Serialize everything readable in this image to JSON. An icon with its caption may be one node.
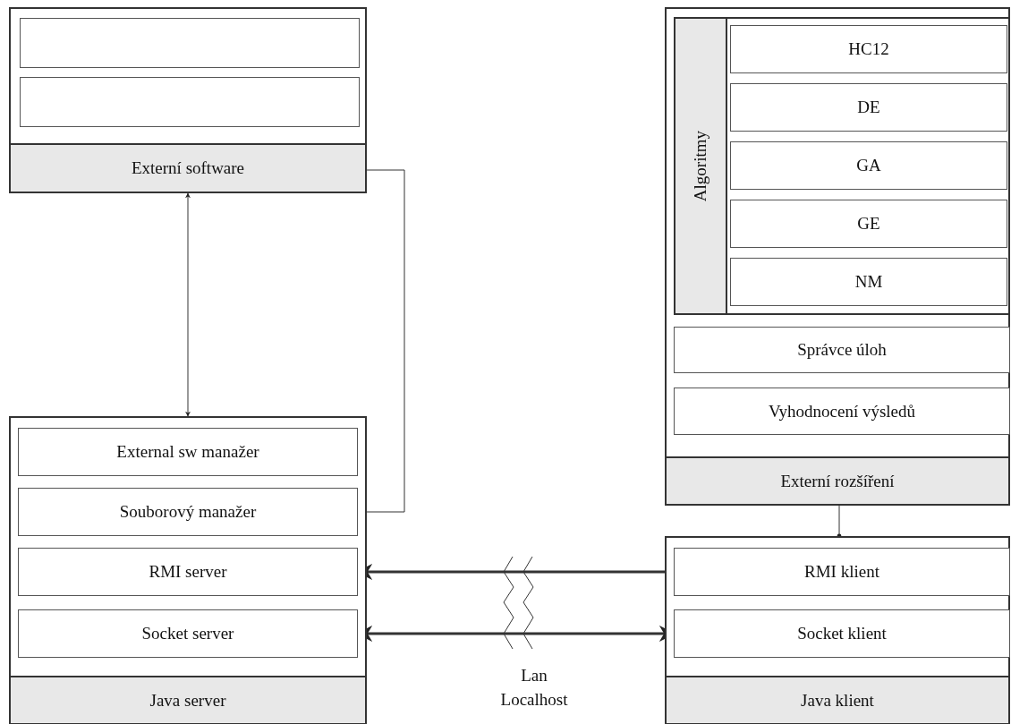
{
  "diagram": {
    "nodes": [
      {
        "text": [
          "Externí software"
        ]
      },
      {
        "text": [],
        "shape": "box",
        "in": 0
      },
      {
        "text": [],
        "shape": "box",
        "in": 0
      },
      {
        "text": [
          "Java server"
        ]
      },
      {
        "text": [
          "External sw manažer"
        ],
        "in": 3
      },
      {
        "text": [
          "Souborový manažer"
        ],
        "in": 3
      },
      {
        "text": [
          "RMI server"
        ],
        "in": 3
      },
      {
        "text": [
          "Socket server"
        ],
        "in": 3
      },
      {
        "text": [
          "Externí rozšíření"
        ]
      },
      {
        "text": [
          "Algoritmy"
        ],
        "in": 8
      },
      {
        "text": [
          "HC12"
        ],
        "in": 9
      },
      {
        "text": [
          "DE"
        ],
        "in": 9
      },
      {
        "text": [
          "GA"
        ],
        "in": 9
      },
      {
        "text": [
          "GE"
        ],
        "in": 9
      },
      {
        "text": [
          "NM"
        ],
        "in": 9
      },
      {
        "text": [
          "Správce úloh"
        ],
        "in": 8
      },
      {
        "text": [
          "Vyhodnocení výsledů"
        ],
        "in": 8
      },
      {
        "text": [
          "Java klient"
        ]
      },
      {
        "text": [
          "RMI klient"
        ],
        "in": 17
      },
      {
        "text": [
          "Socket klient"
        ],
        "in": 17
      }
    ],
    "edges": [
      {
        "from": 0,
        "to": 3,
        "arrow": "both"
      },
      {
        "from": 0,
        "to": 5,
        "arrow": "to"
      },
      {
        "from": 18,
        "to": 6,
        "arrow": "to",
        "style": "thick"
      },
      {
        "from": 7,
        "to": 19,
        "arrow": "both",
        "style": "thick"
      },
      {
        "from": 8,
        "to": 17,
        "arrow": "other"
      }
    ],
    "labels": [
      "Lan",
      "Localhost"
    ]
  }
}
